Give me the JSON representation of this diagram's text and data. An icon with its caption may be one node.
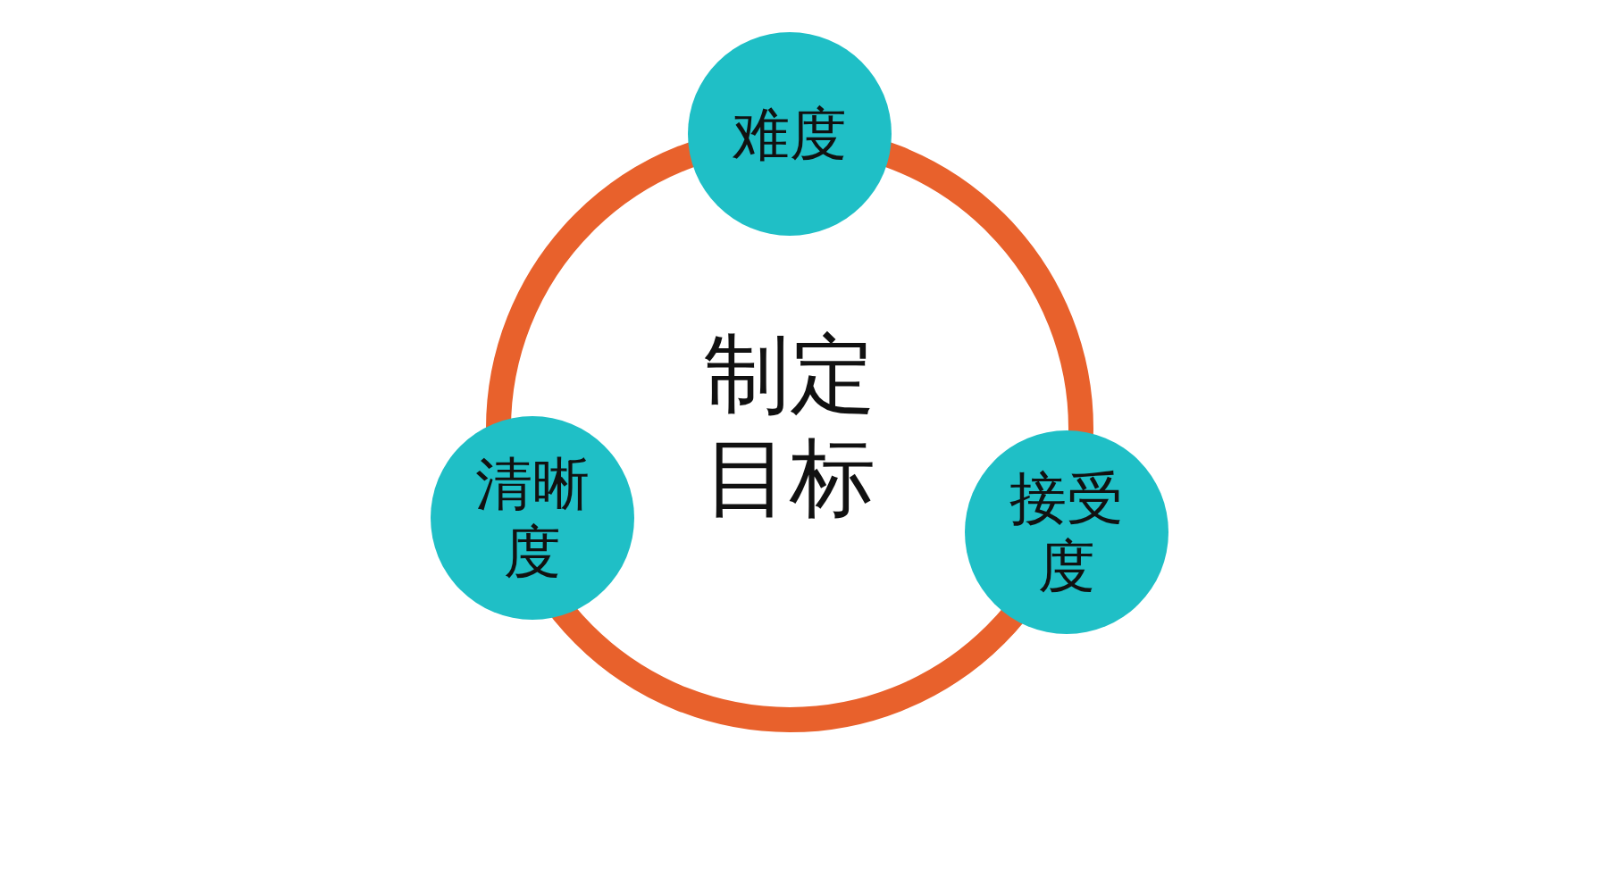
{
  "diagram": {
    "nodes": [
      {
        "text": [
          "制定目标"
        ]
      },
      {
        "text": [
          "难度"
        ]
      },
      {
        "text": [
          "清晰度"
        ]
      },
      {
        "text": [
          "接受度"
        ]
      }
    ]
  }
}
